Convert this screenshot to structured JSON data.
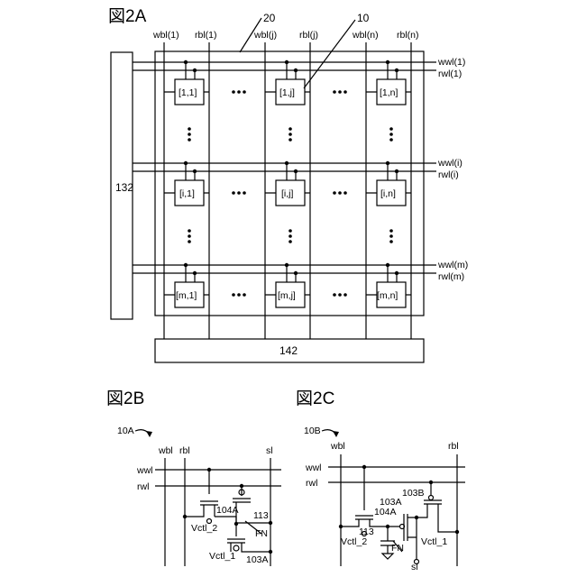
{
  "fig2a": {
    "title": "図2A",
    "array_label": "20",
    "cell_label": "10",
    "driver_left": "132",
    "driver_bottom": "142",
    "columns": [
      {
        "wbl": "wbl(1)",
        "rbl": "rbl(1)"
      },
      {
        "wbl": "wbl(j)",
        "rbl": "rbl(j)"
      },
      {
        "wbl": "wbl(n)",
        "rbl": "rbl(n)"
      }
    ],
    "rows": [
      {
        "wwl": "wwl(1)",
        "rwl": "rwl(1)"
      },
      {
        "wwl": "wwl(i)",
        "rwl": "rwl(i)"
      },
      {
        "wwl": "wwl(m)",
        "rwl": "rwl(m)"
      }
    ],
    "cells": [
      [
        "[1,1]",
        "[1,j]",
        "[1,n]"
      ],
      [
        "[i,1]",
        "[i,j]",
        "[i,n]"
      ],
      [
        "[m,1]",
        "[m,j]",
        "[m,n]"
      ]
    ]
  },
  "fig2b": {
    "title": "図2B",
    "cell_ref": "10A",
    "labels": {
      "wbl": "wbl",
      "rbl": "rbl",
      "sl": "sl",
      "wwl": "wwl",
      "rwl": "rwl",
      "t104": "104A",
      "c113": "113",
      "fn": "FN",
      "vctl2": "Vctl_2",
      "vctl1": "Vctl_1",
      "t103": "103A"
    }
  },
  "fig2c": {
    "title": "図2C",
    "cell_ref": "10B",
    "labels": {
      "wbl": "wbl",
      "rbl": "rbl",
      "sl": "sl",
      "wwl": "wwl",
      "rwl": "rwl",
      "t103a": "103A",
      "t103b": "103B",
      "t104": "104A",
      "c113": "113",
      "fn": "FN",
      "vctl2": "Vctl_2",
      "vctl1": "Vctl_1"
    }
  }
}
